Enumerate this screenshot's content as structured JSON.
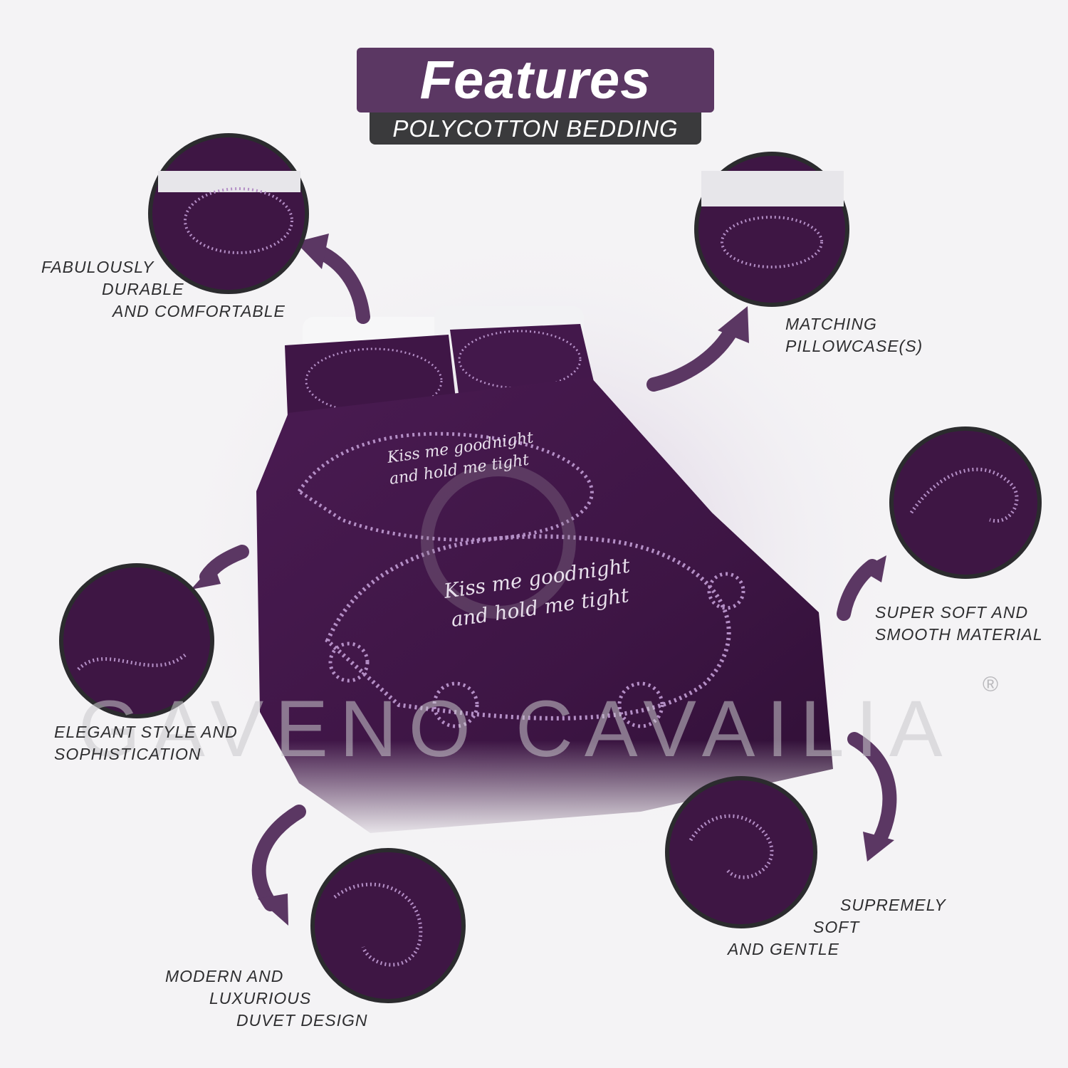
{
  "header": {
    "title": "Features",
    "subtitle": "POLYCOTTON BEDDING"
  },
  "product_print_text": {
    "line1": "Kiss me goodnight",
    "line2": "and hold me tight"
  },
  "features": [
    {
      "id": "durable",
      "lines": [
        "FABULOUSLY",
        "DURABLE",
        "AND COMFORTABLE"
      ]
    },
    {
      "id": "pillowcase",
      "lines": [
        "MATCHING",
        "PILLOWCASE(S)"
      ]
    },
    {
      "id": "soft-smooth",
      "lines": [
        "SUPER SOFT AND",
        "SMOOTH MATERIAL"
      ]
    },
    {
      "id": "elegant",
      "lines": [
        "ELEGANT STYLE AND",
        "SOPHISTICATION"
      ]
    },
    {
      "id": "gentle",
      "lines": [
        "SUPREMELY",
        "SOFT",
        "AND GENTLE"
      ]
    },
    {
      "id": "modern",
      "lines": [
        "MODERN AND",
        "LUXURIOUS",
        "DUVET DESIGN"
      ]
    }
  ],
  "brand_watermark": "GAVENO CAVAILIA",
  "registered_mark": "®",
  "colors": {
    "accent_purple": "#5b3763",
    "bedding_purple": "#3e1644",
    "pattern_lilac": "#b48fc6",
    "subtitle_bg": "#3a3a3c",
    "background": "#f4f3f5"
  }
}
